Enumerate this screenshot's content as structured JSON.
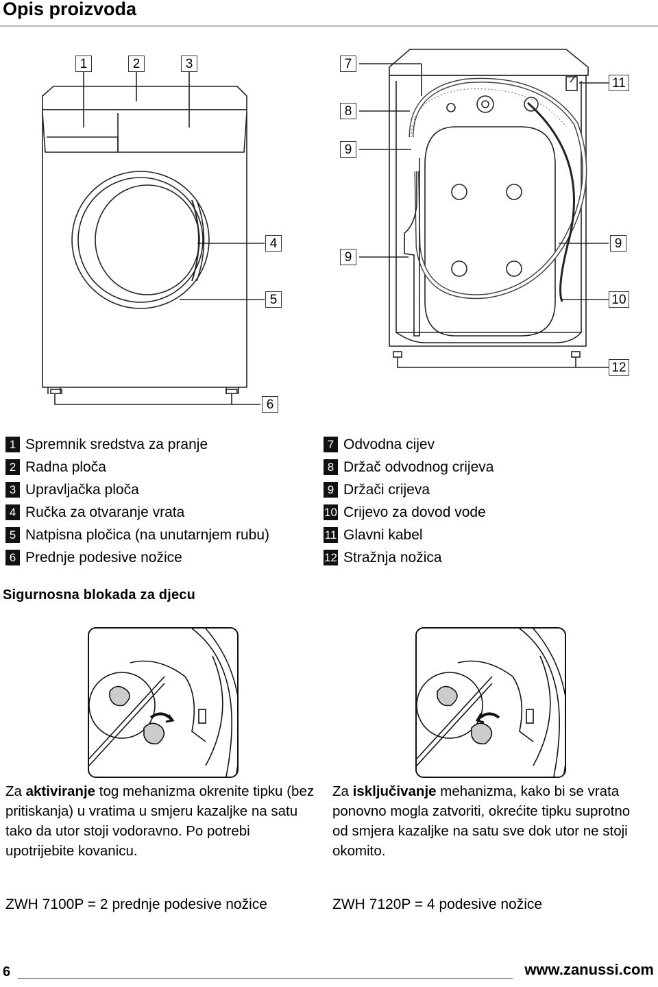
{
  "header": {
    "title": "Opis proizvoda"
  },
  "callouts": [
    "1",
    "2",
    "3",
    "4",
    "5",
    "6",
    "7",
    "8",
    "9",
    "9",
    "9",
    "10",
    "11",
    "12"
  ],
  "legend_left": [
    {
      "num": "1",
      "text": "Spremnik sredstva za pranje"
    },
    {
      "num": "2",
      "text": "Radna ploča"
    },
    {
      "num": "3",
      "text": "Upravljačka ploča"
    },
    {
      "num": "4",
      "text": "Ručka za otvaranje vrata"
    },
    {
      "num": "5",
      "text": "Natpisna pločica (na unutarnjem rubu)"
    },
    {
      "num": "6",
      "text": "Prednje podesive nožice"
    }
  ],
  "legend_right": [
    {
      "num": "7",
      "text": "Odvodna cijev"
    },
    {
      "num": "8",
      "text": "Držač odvodnog crijeva"
    },
    {
      "num": "9",
      "text": "Držači crijeva"
    },
    {
      "num": "10",
      "text": "Crijevo za dovod vode"
    },
    {
      "num": "11",
      "text": "Glavni kabel"
    },
    {
      "num": "12",
      "text": "Stražnja nožica"
    }
  ],
  "section": {
    "title": "Sigurnosna blokada za djecu"
  },
  "para_left": {
    "a": "Za ",
    "b": "aktiviranje",
    "c": " tog mehanizma okrenite tipku (bez pritiskanja) u vratima u smjeru kazaljke na satu tako da utor stoji vodoravno. Po potrebi upotrijebite kovanicu."
  },
  "para_right": {
    "a": "Za ",
    "b": "isključivanje",
    "c": " mehanizma, kako bi se vrata ponovno mogla zatvoriti, okrećite tipku suprotno od smjera kazaljke na satu sve dok utor ne stoji okomito."
  },
  "notes": {
    "left": "ZWH 7100P = 2 prednje podesive nožice",
    "right": "ZWH 7120P = 4 podesive nožice"
  },
  "footer": {
    "page": "6",
    "url": "www.zanussi.com"
  }
}
